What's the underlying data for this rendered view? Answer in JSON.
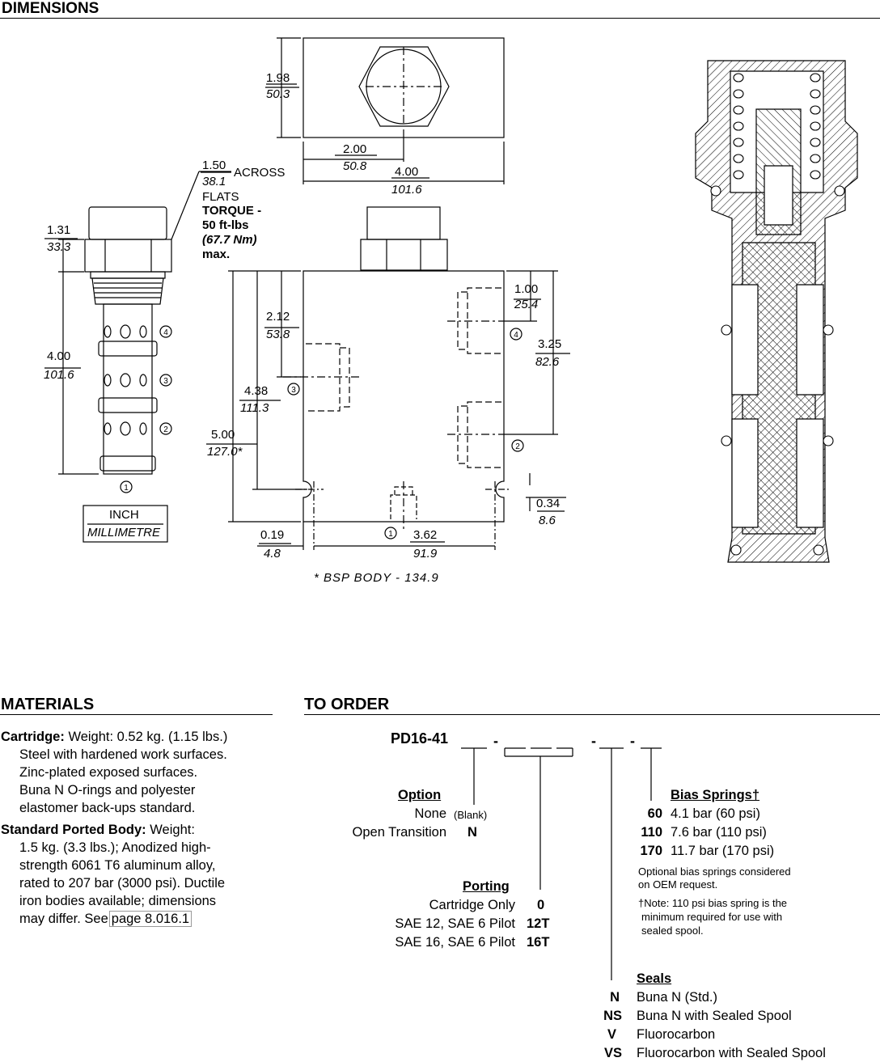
{
  "dimensions": {
    "title": "DIMENSIONS",
    "labels": {
      "hex_in": "1.98",
      "hex_mm": "50.3",
      "half_in": "2.00",
      "half_mm": "50.8",
      "width_in": "4.00",
      "width_mm": "101.6",
      "flats_in": "1.50",
      "flats_mm": "38.1",
      "across": "ACROSS",
      "flats": "FLATS",
      "torque_1": "TORQUE -",
      "torque_2": "50 ft-lbs",
      "torque_3": "(67.7 Nm)",
      "torque_4": "max.",
      "nut_in": "1.31",
      "nut_mm": "33.3",
      "cart_in": "4.00",
      "cart_mm": "101.6",
      "p4_in": "2.12",
      "p4_mm": "53.8",
      "p3_in": "4.38",
      "p3_mm": "111.3",
      "body_in": "5.00",
      "body_mm": "127.0*",
      "top_in": "1.00",
      "top_mm": "25.4",
      "port2_in": "3.25",
      "port2_mm": "82.6",
      "hole_in": "0.34",
      "hole_mm": "8.6",
      "edge_in": "0.19",
      "edge_mm": "4.8",
      "holes_in": "3.62",
      "holes_mm": "91.9",
      "port_1": "1",
      "port_2": "2",
      "port_3": "3",
      "port_4": "4",
      "inch": "INCH",
      "millimetre": "MILLIMETRE",
      "bsp_note": "* BSP BODY - 134.9"
    }
  },
  "materials": {
    "title": "MATERIALS",
    "cartridge_label": "Cartridge:",
    "cartridge_lines": [
      "Weight: 0.52 kg. (1.15 lbs.)",
      "Steel with hardened work surfaces.",
      "Zinc-plated exposed surfaces.",
      "Buna N O-rings and polyester",
      "elastomer back-ups standard."
    ],
    "body_label": "Standard Ported Body:",
    "body_lines": [
      "Weight:",
      "1.5 kg. (3.3 lbs.); Anodized high-",
      "strength 6061 T6 aluminum alloy,",
      "rated to 207 bar (3000 psi). Ductile",
      "iron bodies available; dimensions",
      "may differ. See"
    ],
    "page_link": "page 8.016.1"
  },
  "order": {
    "title": "TO ORDER",
    "model": "PD16-41",
    "option": {
      "heading": "Option",
      "rows": [
        {
          "label": "None",
          "code": "(Blank)"
        },
        {
          "label": "Open Transition",
          "code": "N"
        }
      ]
    },
    "porting": {
      "heading": "Porting",
      "rows": [
        {
          "label": "Cartridge Only",
          "code": "0"
        },
        {
          "label": "SAE 12, SAE 6 Pilot",
          "code": "12T"
        },
        {
          "label": "SAE 16, SAE 6 Pilot",
          "code": "16T"
        }
      ]
    },
    "bias": {
      "heading": "Bias Springs†",
      "rows": [
        {
          "code": "60",
          "label": "4.1 bar (60 psi)"
        },
        {
          "code": "110",
          "label": "7.6 bar (110 psi)"
        },
        {
          "code": "170",
          "label": "11.7 bar (170 psi)"
        }
      ],
      "note_1": "Optional bias springs considered",
      "note_2": "on OEM request.",
      "note_3": "†Note: 110 psi bias spring is the",
      "note_4": "minimum required for use with",
      "note_5": "sealed spool."
    },
    "seals": {
      "heading": "Seals",
      "rows": [
        {
          "code": "N",
          "label": "Buna N (Std.)"
        },
        {
          "code": "NS",
          "label": "Buna N with Sealed Spool"
        },
        {
          "code": "V",
          "label": "Fluorocarbon"
        },
        {
          "code": "VS",
          "label": "Fluorocarbon with Sealed Spool"
        }
      ]
    }
  }
}
